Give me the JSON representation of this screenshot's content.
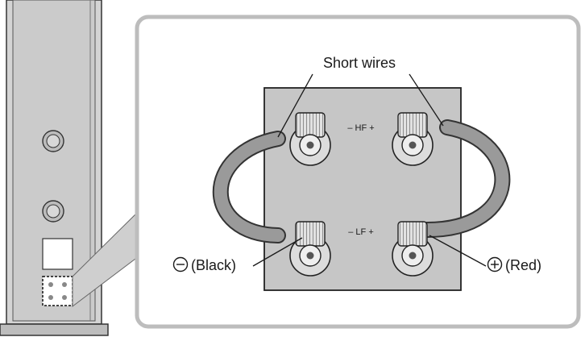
{
  "labels": {
    "short_wires": "Short wires",
    "hf_terminal": "– HF +",
    "lf_terminal": "– LF +",
    "black": "(Black)",
    "red": "(Red)"
  },
  "icons": {
    "negative": "minus-circle-icon",
    "positive": "plus-circle-icon"
  },
  "colors": {
    "panel": "#c6c6c6",
    "wire": "#9a9a9a",
    "speaker_body": "#d4d4d4",
    "outline": "#2a2a2a"
  }
}
